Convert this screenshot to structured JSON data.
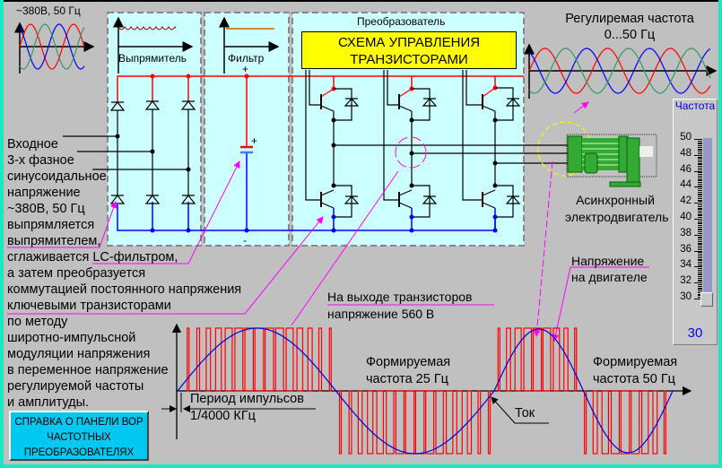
{
  "input_wave": {
    "label": "~380В, 50 Гц"
  },
  "blocks": {
    "rectifier": "Выпрямитель",
    "filter": "Фильтр",
    "converter": "Преобразователь",
    "control_line1": "СХЕМА УПРАВЛЕНИЯ",
    "control_line2": "ТРАНЗИСТОРАМИ",
    "plus": "+",
    "minus": "-"
  },
  "output_wave": {
    "title_line1": "Регулиремая частота",
    "title_line2": "0...50 Гц"
  },
  "motor": {
    "label_line1": "Асинхронный",
    "label_line2": "электродвигатель",
    "icon": "motor-icon"
  },
  "description": [
    "Входное",
    "3-х фазное",
    "синусоидальное",
    "напряжение",
    "~380В, 50 Гц",
    "выпрямляется",
    "выпрямителем,",
    "сглаживается LC-фильтром,",
    "а затем преобразуется",
    "коммутацией постоянного напряжения",
    "ключевыми транзисторами",
    "по методу",
    "широтно-импульсной",
    "модуляции напряжения",
    "в переменное напряжение",
    "регулируемой частоты",
    "и амплитуды."
  ],
  "annotations": {
    "transistor_output_line1": "На выходе транзисторов",
    "transistor_output_line2": "напряжение 560 В",
    "motor_voltage_line1": "Напряжение",
    "motor_voltage_line2": "на двигателе",
    "freq25_line1": "Формируемая",
    "freq25_line2": "частота 25 Гц",
    "freq50_line1": "Формируемая",
    "freq50_line2": "частота 50 Гц",
    "pulse_period_line1": "Период импульсов",
    "pulse_period_line2": "1/4000 КГц",
    "current": "Ток"
  },
  "help_button": {
    "line1": "СПРАВКА О ПАНЕЛИ ВОР",
    "line2": "ЧАСТОТНЫХ",
    "line3": "ПРЕОБРАЗОВАТЕЛЯХ"
  },
  "frequency_slider": {
    "title": "Частота",
    "min": 30,
    "max": 50,
    "value": 30,
    "value_label": "30",
    "tick_labels": [
      "50",
      "48",
      "46",
      "44",
      "42",
      "40",
      "38",
      "36",
      "34",
      "32",
      "30"
    ]
  },
  "colors": {
    "panel_bg": "#ccffff",
    "app_bg": "#c0c0c0",
    "frame": "#19e8c0",
    "positive_bus": "#ff0000",
    "negative_bus": "#0000ff",
    "control_box": "#ffff00",
    "pointer": "#ff00ff",
    "help_button": "#00c8f0",
    "phase_a": "#ff0000",
    "phase_b": "#0000ff",
    "phase_c": "#339966"
  }
}
